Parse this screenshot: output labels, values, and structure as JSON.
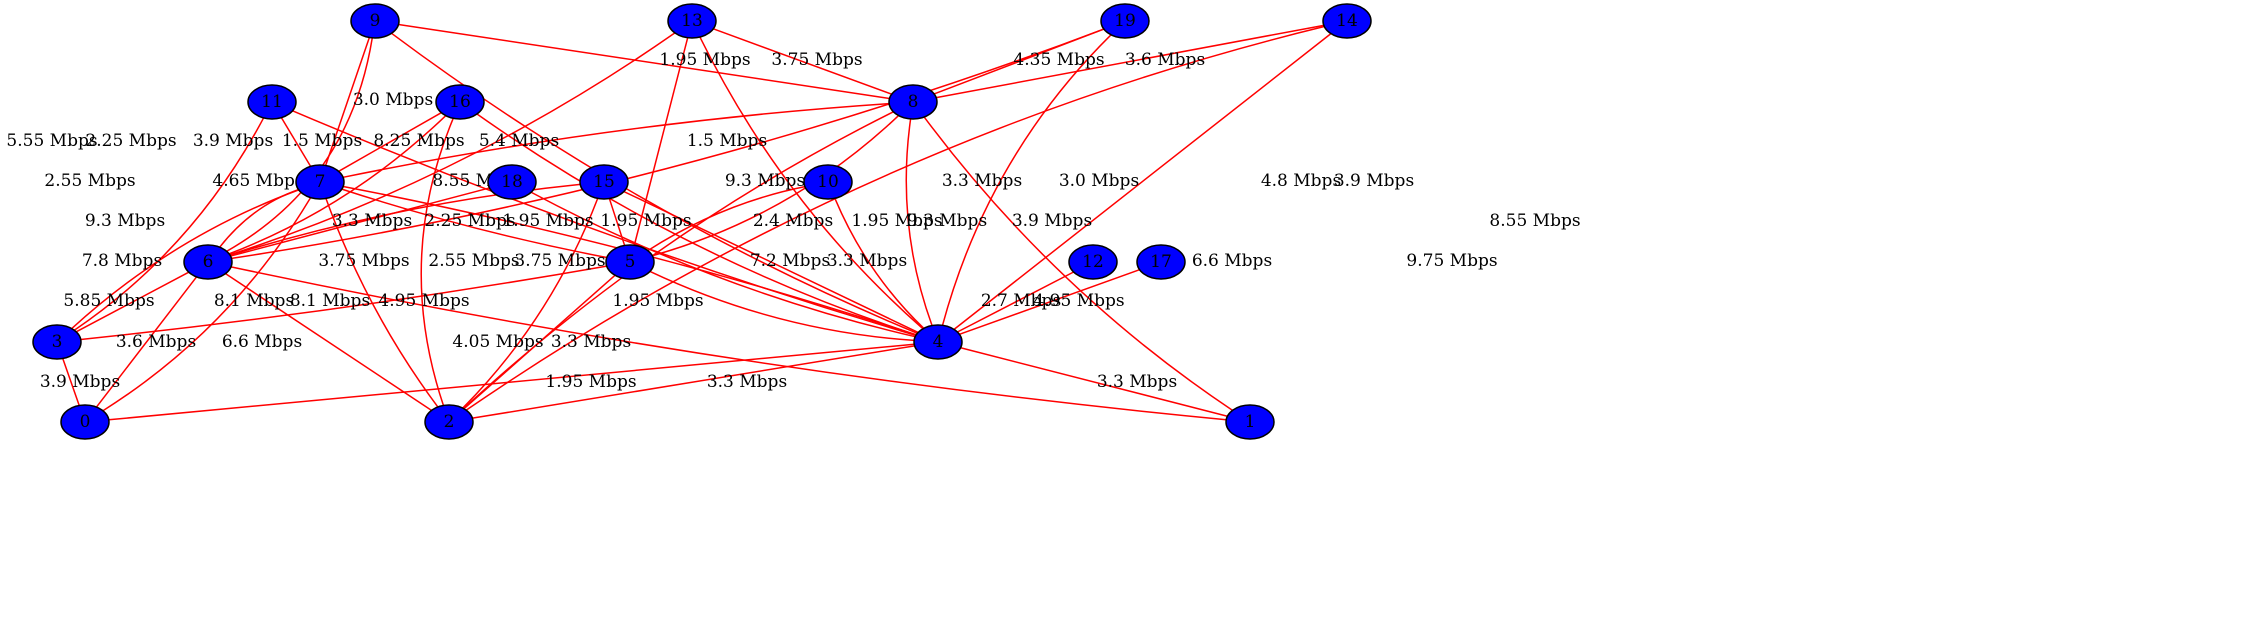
{
  "nodes": [
    {
      "id": "0",
      "label": "0"
    },
    {
      "id": "1",
      "label": "1"
    },
    {
      "id": "2",
      "label": "2"
    },
    {
      "id": "3",
      "label": "3"
    },
    {
      "id": "4",
      "label": "4"
    },
    {
      "id": "5",
      "label": "5"
    },
    {
      "id": "6",
      "label": "6"
    },
    {
      "id": "7",
      "label": "7"
    },
    {
      "id": "8",
      "label": "8"
    },
    {
      "id": "9",
      "label": "9"
    },
    {
      "id": "10",
      "label": "10"
    },
    {
      "id": "11",
      "label": "11"
    },
    {
      "id": "12",
      "label": "12"
    },
    {
      "id": "13",
      "label": "13"
    },
    {
      "id": "14",
      "label": "14"
    },
    {
      "id": "15",
      "label": "15"
    },
    {
      "id": "16",
      "label": "16"
    },
    {
      "id": "17",
      "label": "17"
    },
    {
      "id": "18",
      "label": "18"
    },
    {
      "id": "19",
      "label": "19"
    }
  ],
  "edges": [
    {
      "source": "9",
      "target": "7",
      "label": "3.0 Mbps"
    },
    {
      "source": "9",
      "target": "6",
      "label": "5.55 Mbps"
    },
    {
      "source": "9",
      "target": "8",
      "label": "1.95 Mbps"
    },
    {
      "source": "9",
      "target": "4",
      "label": "3.3 Mbps"
    },
    {
      "source": "13",
      "target": "6",
      "label": "2.25 Mbps"
    },
    {
      "source": "13",
      "target": "8",
      "label": "3.75 Mbps"
    },
    {
      "source": "13",
      "target": "5",
      "label": "1.5 Mbps"
    },
    {
      "source": "13",
      "target": "4",
      "label": "3.0 Mbps"
    },
    {
      "source": "19",
      "target": "6",
      "label": "3.9 Mbps"
    },
    {
      "source": "19",
      "target": "8",
      "label": "4.35 Mbps"
    },
    {
      "source": "19",
      "target": "4",
      "label": "4.8 Mbps"
    },
    {
      "source": "14",
      "target": "8",
      "label": "3.6 Mbps"
    },
    {
      "source": "14",
      "target": "4",
      "label": "3.9 Mbps"
    },
    {
      "source": "14",
      "target": "2",
      "label": "8.55 Mbps"
    },
    {
      "source": "11",
      "target": "7",
      "label": "1.5 Mbps"
    },
    {
      "source": "11",
      "target": "3",
      "label": "2.55 Mbps"
    },
    {
      "source": "11",
      "target": "4",
      "label": "1.95 Mbps"
    },
    {
      "source": "16",
      "target": "7",
      "label": "8.25 Mbps"
    },
    {
      "source": "16",
      "target": "6",
      "label": "4.65 Mbps"
    },
    {
      "source": "16",
      "target": "4",
      "label": "9.3 Mbps"
    },
    {
      "source": "16",
      "target": "2",
      "label": "8.55 Mbps"
    },
    {
      "source": "8",
      "target": "7",
      "label": "5.4 Mbps"
    },
    {
      "source": "8",
      "target": "5",
      "label": "9.3 Mbps"
    },
    {
      "source": "8",
      "target": "4",
      "label": "3.9 Mbps"
    },
    {
      "source": "8",
      "target": "2",
      "label": "6.6 Mbps"
    },
    {
      "source": "8",
      "target": "1",
      "label": "9.75 Mbps"
    },
    {
      "source": "7",
      "target": "3",
      "label": "9.3 Mbps"
    },
    {
      "source": "7",
      "target": "0",
      "label": "7.8 Mbps"
    },
    {
      "source": "7",
      "target": "5",
      "label": "2.25 Mbps"
    },
    {
      "source": "7",
      "target": "4",
      "label": "2.55 Mbps"
    },
    {
      "source": "7",
      "target": "2",
      "label": "8.1 Mbps"
    },
    {
      "source": "18",
      "target": "6",
      "label": "3.3 Mbps"
    },
    {
      "source": "18",
      "target": "4",
      "label": "3.75 Mbps"
    },
    {
      "source": "15",
      "target": "6",
      "label": "1.95 Mbps"
    },
    {
      "source": "15",
      "target": "5",
      "label": "1.95 Mbps"
    },
    {
      "source": "15",
      "target": "4",
      "label": "7.2 Mbps"
    },
    {
      "source": "15",
      "target": "2",
      "label": "4.95 Mbps"
    },
    {
      "source": "10",
      "target": "5",
      "label": "2.4 Mbps"
    },
    {
      "source": "10",
      "target": "4",
      "label": "3.3 Mbps"
    },
    {
      "source": "6",
      "target": "3",
      "label": "5.85 Mbps"
    },
    {
      "source": "6",
      "target": "0",
      "label": "3.6 Mbps"
    },
    {
      "source": "6",
      "target": "2",
      "label": "6.6 Mbps"
    },
    {
      "source": "6",
      "target": "1",
      "label": "4.05 Mbps"
    },
    {
      "source": "5",
      "target": "3",
      "label": "8.1 Mbps"
    },
    {
      "source": "5",
      "target": "4",
      "label": "1.95 Mbps"
    },
    {
      "source": "5",
      "target": "2",
      "label": "3.3 Mbps"
    },
    {
      "source": "12",
      "target": "4",
      "label": "2.7 Mbps"
    },
    {
      "source": "17",
      "target": "4",
      "label": "4.95 Mbps"
    },
    {
      "source": "3",
      "target": "0",
      "label": "3.9 Mbps"
    },
    {
      "source": "4",
      "target": "0",
      "label": "1.95 Mbps"
    },
    {
      "source": "4",
      "target": "2",
      "label": "3.3 Mbps"
    },
    {
      "source": "4",
      "target": "1",
      "label": "3.3 Mbps"
    },
    {
      "source": "6",
      "target": "7",
      "label": "3.75 Mbps"
    }
  ],
  "colors": {
    "node_fill": "#0000ff",
    "node_stroke": "#000000",
    "edge": "#ff0000",
    "background": "#ffffff"
  }
}
